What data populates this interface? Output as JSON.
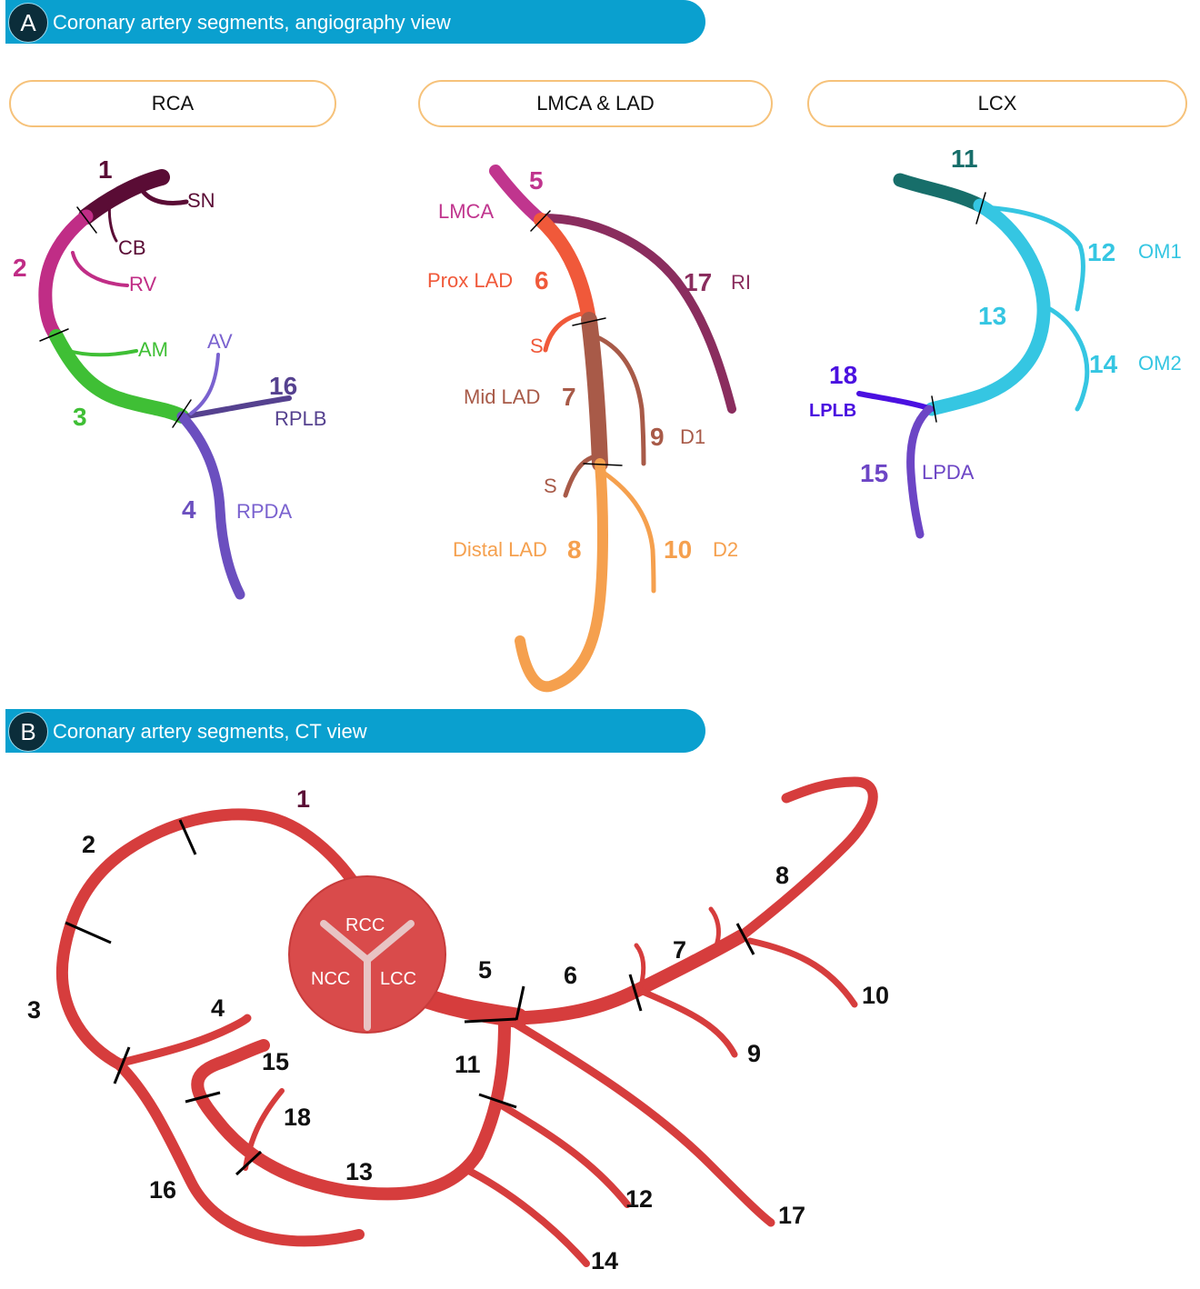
{
  "panel_a": {
    "badge": "A",
    "title": "Coronary artery segments, angiography view",
    "headers": {
      "rca": "RCA",
      "lmca_lad": "LMCA & LAD",
      "lcx": "LCX"
    },
    "rca_labels": {
      "seg1": "1",
      "sn": "SN",
      "cb": "CB",
      "seg2": "2",
      "rv": "RV",
      "am": "AM",
      "av": "AV",
      "seg3": "3",
      "seg16": "16",
      "rplb": "RPLB",
      "seg4": "4",
      "rpda": "RPDA"
    },
    "lad_labels": {
      "seg5": "5",
      "lmca": "LMCA",
      "prox_lad": "Prox LAD",
      "seg6": "6",
      "seg17": "17",
      "ri": "RI",
      "s1": "S",
      "mid_lad": "Mid LAD",
      "seg7": "7",
      "seg9": "9",
      "d1": "D1",
      "s2": "S",
      "distal_lad": "Distal LAD",
      "seg8": "8",
      "seg10": "10",
      "d2": "D2"
    },
    "lcx_labels": {
      "seg11": "11",
      "seg12": "12",
      "om1": "OM1",
      "seg13": "13",
      "seg14": "14",
      "om2": "OM2",
      "seg18": "18",
      "lplb": "LPLB",
      "seg15": "15",
      "lpda": "LPDA"
    }
  },
  "panel_b": {
    "badge": "B",
    "title": "Coronary artery segments, CT view",
    "valve": {
      "rcc": "RCC",
      "ncc": "NCC",
      "lcc": "LCC"
    },
    "segments": {
      "s1": "1",
      "s2": "2",
      "s3": "3",
      "s4": "4",
      "s5": "5",
      "s6": "6",
      "s7": "7",
      "s8": "8",
      "s9": "9",
      "s10": "10",
      "s11": "11",
      "s12": "12",
      "s13": "13",
      "s14": "14",
      "s15": "15",
      "s16": "16",
      "s17": "17",
      "s18": "18"
    }
  },
  "colors": {
    "banner": "#0aa0cf",
    "pill_border": "#f6c27a",
    "rca1": "#5a0c35",
    "rca2": "#c02d86",
    "rca3": "#3fbf35",
    "rca4": "#6b4fbf",
    "rplb": "#55418f",
    "lmca": "#c0358e",
    "prox_lad": "#f0593a",
    "mid_lad": "#a85a48",
    "distal_lad": "#f5a04e",
    "ri": "#8a2d5e",
    "lcx11": "#176e6a",
    "lcx13": "#35c6e2",
    "lplb": "#4a10e0",
    "lpda": "#6c45c5",
    "ct_artery": "#d63d3d"
  }
}
